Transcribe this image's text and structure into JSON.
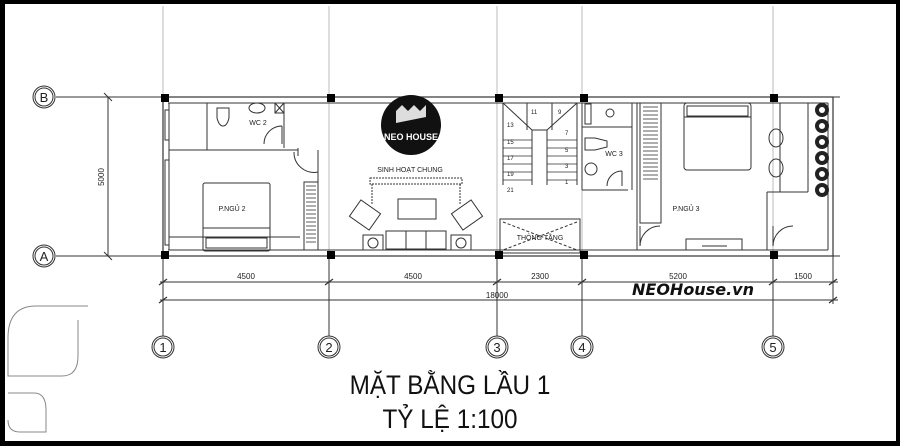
{
  "drawing": {
    "title": "MẶT BẰNG LẦU 1",
    "scale": "TỶ LỆ 1:100",
    "brand_text": "NEOHouse.vn",
    "logo": {
      "name": "NEO HOUSE",
      "icon": "house-trees-logo-icon"
    }
  },
  "grid": {
    "rows": [
      {
        "label": "B"
      },
      {
        "label": "A"
      }
    ],
    "columns": [
      {
        "label": "1"
      },
      {
        "label": "2"
      },
      {
        "label": "3"
      },
      {
        "label": "4"
      },
      {
        "label": "5"
      }
    ]
  },
  "dimensions": {
    "vertical": "5000",
    "spans": [
      "4500",
      "4500",
      "2300",
      "5200",
      "1500"
    ],
    "total": "18000"
  },
  "rooms": {
    "wc2": "WC 2",
    "bedroom2": "P.NGỦ 2",
    "living": "SINH HOẠT CHUNG",
    "void": "THÔNG TẦNG",
    "wc3": "WC 3",
    "bedroom3": "P.NGỦ 3"
  },
  "stairs": {
    "steps_left": [
      "13",
      "15",
      "17",
      "19",
      "21"
    ],
    "steps_right": [
      "9",
      "7",
      "5",
      "3",
      "1"
    ],
    "landing": "11"
  },
  "colors": {
    "line": "#333333",
    "column": "#000000",
    "background": "#ffffff",
    "frame": "#000000"
  }
}
